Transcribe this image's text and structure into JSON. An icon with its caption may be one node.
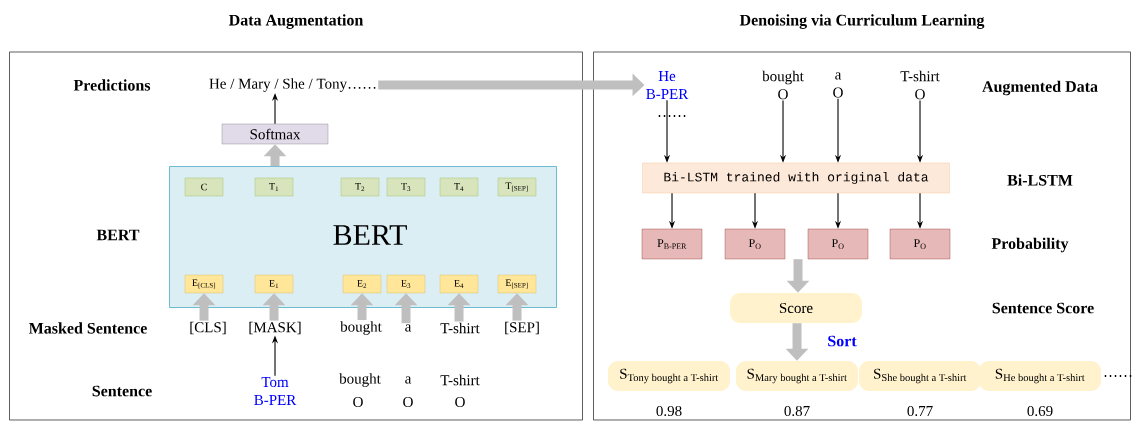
{
  "diagram": {
    "nodes": [
      {
        "text": [
          "Data Augmentation"
        ]
      },
      {
        "text": [
          "Denoising via Curriculum Learning"
        ]
      },
      {
        "text": [
          "He / Mary / She / Tony……"
        ],
        "in": 0
      },
      {
        "text": [
          "Softmax"
        ],
        "in": 0
      },
      {
        "text": [
          "BERT"
        ],
        "in": 0
      },
      {
        "text": [
          "C"
        ],
        "in": 4
      },
      {
        "text": [
          "T$_{1}$"
        ],
        "in": 4
      },
      {
        "text": [
          "T$_{2}$"
        ],
        "in": 4
      },
      {
        "text": [
          "T$_{3}$"
        ],
        "in": 4
      },
      {
        "text": [
          "T$_{4}$"
        ],
        "in": 4
      },
      {
        "text": [
          "T$_{[SEP]}$"
        ],
        "in": 4
      },
      {
        "text": [
          "E$_{[CLS]}$"
        ],
        "in": 4
      },
      {
        "text": [
          "E$_{1}$"
        ],
        "in": 4
      },
      {
        "text": [
          "E$_{2}$"
        ],
        "in": 4
      },
      {
        "text": [
          "E$_{3}$"
        ],
        "in": 4
      },
      {
        "text": [
          "E$_{4}$"
        ],
        "in": 4
      },
      {
        "text": [
          "E$_{[SEP]}$"
        ],
        "in": 4
      },
      {
        "text": [
          "[CLS]"
        ],
        "in": 0
      },
      {
        "text": [
          "[MASK]"
        ],
        "in": 0
      },
      {
        "text": [
          "bought"
        ],
        "in": 0
      },
      {
        "text": [
          "a"
        ],
        "in": 0
      },
      {
        "text": [
          "T-shirt"
        ],
        "in": 0
      },
      {
        "text": [
          "[SEP]"
        ],
        "in": 0
      },
      {
        "text": [
          "Tom",
          "B-PER"
        ],
        "in": 0
      },
      {
        "text": [
          "He",
          "B-PER"
        ],
        "in": 1
      },
      {
        "text": [
          "bought",
          "O"
        ],
        "in": 1
      },
      {
        "text": [
          "a",
          "O"
        ],
        "in": 1
      },
      {
        "text": [
          "T-shirt",
          "O"
        ],
        "in": 1
      },
      {
        "text": [
          "Bi-LSTM trained with original data"
        ],
        "in": 1
      },
      {
        "text": [
          "P$_{B-PER}$"
        ],
        "in": 1
      },
      {
        "text": [
          "P$_{O}$"
        ],
        "in": 1
      },
      {
        "text": [
          "P$_{O}$"
        ],
        "in": 1
      },
      {
        "text": [
          "P$_{O}$"
        ],
        "in": 1
      },
      {
        "text": [
          "Score"
        ],
        "in": 1
      },
      {
        "text": [
          "\\mathrm{S}_{\\text{Tony bought a T-shirt}}"
        ],
        "in": 1,
        "beside": [
          "0.98"
        ]
      },
      {
        "text": [
          "\\mathrm{S}_{\\text{Mary bought a T-shirt}}"
        ],
        "in": 1,
        "beside": [
          "0.87"
        ]
      },
      {
        "text": [
          "\\mathrm{S}_{\\text{She bought a T-shirt}}"
        ],
        "in": 1,
        "beside": [
          "0.77"
        ]
      },
      {
        "text": [
          "\\mathrm{S}_{\\text{He bought a T-shirt}}"
        ],
        "in": 1,
        "beside": [
          "0.69",
          "……"
        ]
      }
    ],
    "edges": [
      {
        "from": 3,
        "to": 2,
        "arrow": "to"
      },
      {
        "from": 4,
        "to": 3,
        "arrow": "to",
        "style": "thick",
        "color": "#bfbfbf"
      },
      {
        "from": 17,
        "to": 11,
        "arrow": "to",
        "style": "thick",
        "color": "#bfbfbf"
      },
      {
        "from": 18,
        "to": 12,
        "arrow": "to",
        "style": "thick",
        "color": "#bfbfbf"
      },
      {
        "from": 19,
        "to": 13,
        "arrow": "to",
        "style": "thick",
        "color": "#bfbfbf"
      },
      {
        "from": 20,
        "to": 14,
        "arrow": "to",
        "style": "thick",
        "color": "#bfbfbf"
      },
      {
        "from": 21,
        "to": 15,
        "arrow": "to",
        "style": "thick",
        "color": "#bfbfbf"
      },
      {
        "from": 22,
        "to": 16,
        "arrow": "to",
        "style": "thick",
        "color": "#bfbfbf"
      },
      {
        "from": 23,
        "to": 18,
        "arrow": "to"
      },
      {
        "from": 2,
        "to": 24,
        "arrow": "to",
        "style": "thick",
        "color": "#bfbfbf"
      },
      {
        "from": 24,
        "to": 28,
        "arrow": "to"
      },
      {
        "from": 25,
        "to": 28,
        "arrow": "to"
      },
      {
        "from": 26,
        "to": 28,
        "arrow": "to"
      },
      {
        "from": 27,
        "to": 28,
        "arrow": "to"
      },
      {
        "from": 28,
        "to": 29,
        "arrow": "to"
      },
      {
        "from": 28,
        "to": 30,
        "arrow": "to"
      },
      {
        "from": 28,
        "to": 31,
        "arrow": "to"
      },
      {
        "from": 28,
        "to": 32,
        "arrow": "to"
      },
      {
        "from": 31,
        "to": 33,
        "arrow": "to",
        "style": "thick",
        "color": "#bfbfbf"
      },
      {
        "from": 33,
        "to": 35,
        "arrow": "to",
        "style": "thick",
        "color": "#bfbfbf",
        "label": "Sort"
      }
    ],
    "labels": [
      "Predictions",
      "BERT",
      "Masked Sentence",
      "Sentence",
      "bought",
      "O",
      "a",
      "O",
      "T-shirt",
      "O",
      "……",
      "Augmented Data",
      "Bi-LSTM",
      "Probability",
      "Sentence Score"
    ]
  }
}
